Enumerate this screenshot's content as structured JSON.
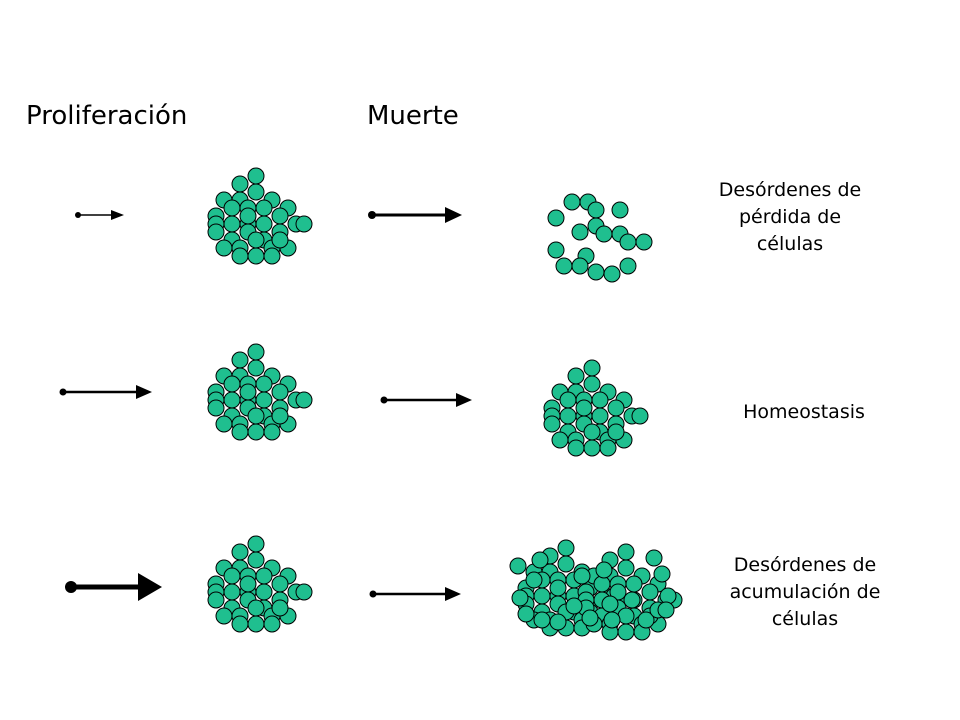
{
  "headers": {
    "proliferation": "Proliferación",
    "death": "Muerte"
  },
  "rows": [
    {
      "id": "loss",
      "outcome_lines": [
        "Desórdenes de",
        "pérdida de",
        "células"
      ]
    },
    {
      "id": "homeostasis",
      "outcome_lines": [
        "Homeostasis"
      ]
    },
    {
      "id": "accumulation",
      "outcome_lines": [
        "Desórdenes de",
        "acumulación de",
        "células"
      ]
    }
  ],
  "colors": {
    "cell_fill": "#1fbf8f",
    "cell_stroke": "#000000",
    "arrow": "#000000"
  }
}
